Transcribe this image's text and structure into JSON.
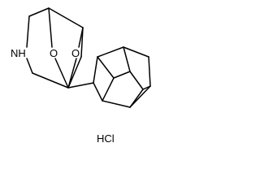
{
  "molecule": {
    "atoms": {
      "nh": "NH",
      "o_upper": "O",
      "o_lower": "O"
    },
    "salt": "HCl"
  },
  "colors": {
    "bond": "#000000",
    "background": "#ffffff"
  }
}
